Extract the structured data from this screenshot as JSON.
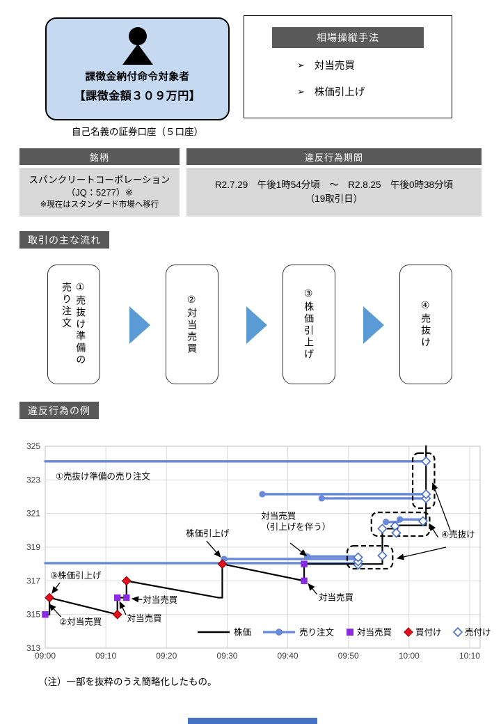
{
  "colors": {
    "card_bg": "#c5d9f1",
    "header_gray": "#595959",
    "cell_gray": "#d9d9d9",
    "flow_arrow_blue": "#5b9bd5",
    "order_blue": "#6889d8",
    "order_diamond_stroke": "#4f74c8",
    "match_purple": "#8a2be2",
    "buy_red": "#e01020",
    "grid": "#d9d9d9",
    "axis_text": "#404040",
    "footer_blue": "#4472c4"
  },
  "subject_card": {
    "icon": "person-icon",
    "title": "課徴金納付命令対象者",
    "amount": "【課徴金額３０９万円】",
    "caption": "自己名義の証券口座（５口座）"
  },
  "method_box": {
    "header": "相場操縦手法",
    "bullet_icon": "➢",
    "items": [
      "対当売買",
      "株価引上げ"
    ]
  },
  "info_table": {
    "col1_header": "銘柄",
    "col2_header": "違反行為期間",
    "stock_name": "スパンクリートコーポレーション",
    "stock_code": "（JQ：5277）※",
    "stock_note": "※現在はスタンダード市場へ移行",
    "period_line1": "R2.7.29　午後1時54分頃　～　R2.8.25　午後0時38分頃",
    "period_line2": "（19取引日）"
  },
  "flow_section": {
    "label": "取引の主な流れ",
    "steps": [
      {
        "label": "①売抜け準備の売り注文"
      },
      {
        "label": "②対当売買"
      },
      {
        "label": "③株価引上げ"
      },
      {
        "label": "④売抜け"
      }
    ]
  },
  "chart_section": {
    "label": "違反行為の例",
    "note": "（注）一部を抜粋のうえ簡略化したもの。"
  },
  "chart_data": {
    "type": "line",
    "title": "違反行為の例",
    "x_axis": {
      "labels": [
        "09:00",
        "09:10",
        "09:20",
        "09:30",
        "09:40",
        "09:50",
        "10:00",
        "10:10"
      ],
      "minutes": [
        0,
        10,
        20,
        30,
        40,
        50,
        60,
        70
      ]
    },
    "y_axis": {
      "min": 313,
      "max": 325,
      "ticks": [
        313,
        315,
        317,
        319,
        321,
        323,
        325
      ]
    },
    "price_series": {
      "name": "株価",
      "points": [
        [
          0,
          315
        ],
        [
          0.7,
          315
        ],
        [
          0.7,
          316
        ],
        [
          11.9,
          315
        ],
        [
          11.9,
          316
        ],
        [
          13.4,
          316
        ],
        [
          13.4,
          317
        ],
        [
          28.6,
          316
        ],
        [
          29.2,
          316
        ],
        [
          29.2,
          318
        ],
        [
          42.7,
          317
        ],
        [
          42.7,
          318
        ],
        [
          55.6,
          318
        ],
        [
          55.6,
          320.1
        ],
        [
          58.1,
          320.1
        ],
        [
          58.1,
          320.3
        ],
        [
          62.8,
          320.3
        ],
        [
          62.8,
          325.05
        ]
      ]
    },
    "sell_orders": {
      "name": "売り注文",
      "lines": [
        {
          "price": 324.1,
          "start": 0,
          "end": 62.8,
          "circle": false
        },
        {
          "price": 322.15,
          "start": 35.8,
          "end": 62.6,
          "circle": true
        },
        {
          "price": 321.9,
          "start": 45.6,
          "end": 62.6,
          "circle": true
        },
        {
          "price": 318.05,
          "start": 0,
          "end": 51.6,
          "circle": false
        },
        {
          "price": 318.3,
          "start": 29.5,
          "end": 51.6,
          "circle": true
        },
        {
          "price": 318.45,
          "start": 43.2,
          "end": 51.6,
          "circle": true
        },
        {
          "price": 320.5,
          "start": 56.2,
          "end": 58.2,
          "circle": true
        },
        {
          "price": 320.65,
          "start": 58.5,
          "end": 62.3,
          "circle": true
        }
      ]
    },
    "markers": {
      "matched": {
        "name": "対当売買",
        "points": [
          [
            0,
            315
          ],
          [
            11.9,
            316
          ],
          [
            13.4,
            316
          ],
          [
            42.7,
            317
          ],
          [
            42.7,
            318
          ]
        ]
      },
      "buys": {
        "name": "買付け",
        "points": [
          [
            0.7,
            316
          ],
          [
            11.9,
            315
          ],
          [
            13.4,
            317
          ],
          [
            29.2,
            318
          ]
        ]
      },
      "sells": {
        "name": "売付け",
        "points": [
          [
            51.6,
            317.95
          ],
          [
            51.6,
            318.15
          ],
          [
            51.6,
            318.4
          ],
          [
            55.6,
            318.5
          ],
          [
            55.6,
            320.1
          ],
          [
            57.7,
            320.25
          ],
          [
            57.9,
            319.85
          ],
          [
            62.3,
            320.55
          ],
          [
            62.8,
            321.9
          ],
          [
            62.8,
            322.15
          ],
          [
            62.8,
            324.1
          ]
        ]
      }
    },
    "dashed_boxes": [
      {
        "t1": 49.8,
        "p1": 319.08,
        "t2": 57.3,
        "p2": 317.72
      },
      {
        "t1": 53.8,
        "p1": 321.07,
        "t2": 63.4,
        "p2": 319.66
      },
      {
        "t1": 60.6,
        "p1": 324.59,
        "t2": 64.2,
        "p2": 321.32
      }
    ],
    "annotations": [
      {
        "lines": [
          "①売抜け準備の売り注文"
        ],
        "t": 1.7,
        "p": 323.2,
        "arrows": []
      },
      {
        "lines": [
          "株価引上げ"
        ],
        "t": 23.2,
        "p": 319.8,
        "arrows": [
          {
            "from": [
              26.6,
              319.37
            ],
            "to": [
              28.9,
              318.42
            ]
          }
        ]
      },
      {
        "lines": [
          "対当売買",
          "（引上げを伴う）"
        ],
        "t": 35.6,
        "p": 320.85,
        "arrows": [
          {
            "from": [
              40.4,
              319.25
            ],
            "to": [
              43.05,
              318.5
            ]
          }
        ]
      },
      {
        "lines": [
          "③株価引上げ"
        ],
        "t": 0.8,
        "p": 317.3,
        "arrows": [
          {
            "from": [
              2.4,
              316.89
            ],
            "to": [
              1.15,
              316.27
            ]
          }
        ]
      },
      {
        "lines": [
          "②対当売買"
        ],
        "t": 2.3,
        "p": 314.55,
        "arrows": [
          {
            "from": [
              2.6,
              314.86
            ],
            "to": [
              0.69,
              315.6
            ]
          }
        ]
      },
      {
        "lines": [
          "対当売買"
        ],
        "t": 16.1,
        "p": 315.85,
        "arrows": [
          {
            "from": [
              16.0,
              315.88
            ],
            "to": [
              14.35,
              315.94
            ]
          }
        ]
      },
      {
        "lines": [
          "対当売買"
        ],
        "t": 13.5,
        "p": 314.75,
        "arrows": [
          {
            "from": [
              13.3,
              314.99
            ],
            "to": [
              12.3,
              315.74
            ]
          }
        ]
      },
      {
        "lines": [
          "対当売買"
        ],
        "t": 45.1,
        "p": 316.0,
        "arrows": [
          {
            "from": [
              44.8,
              316.2
            ],
            "to": [
              43.4,
              316.82
            ]
          }
        ]
      },
      {
        "lines": [
          "④売抜け"
        ],
        "t": 65.3,
        "p": 319.75,
        "arrows": [
          {
            "from": [
              66.8,
              320.0
            ],
            "to": [
              63.9,
              322.8
            ]
          },
          {
            "from": [
              64.8,
              319.58
            ],
            "to": [
              63.4,
              320.37
            ]
          },
          {
            "from": [
              66.1,
              319.0
            ],
            "to": [
              58.1,
              318.34
            ]
          }
        ]
      }
    ],
    "legend": [
      {
        "type": "line",
        "label": "株価"
      },
      {
        "type": "order-line",
        "label": "売り注文"
      },
      {
        "type": "square",
        "label": "対当売買"
      },
      {
        "type": "diamond-filled",
        "label": "買付け"
      },
      {
        "type": "diamond-open",
        "label": "売付け"
      }
    ]
  }
}
